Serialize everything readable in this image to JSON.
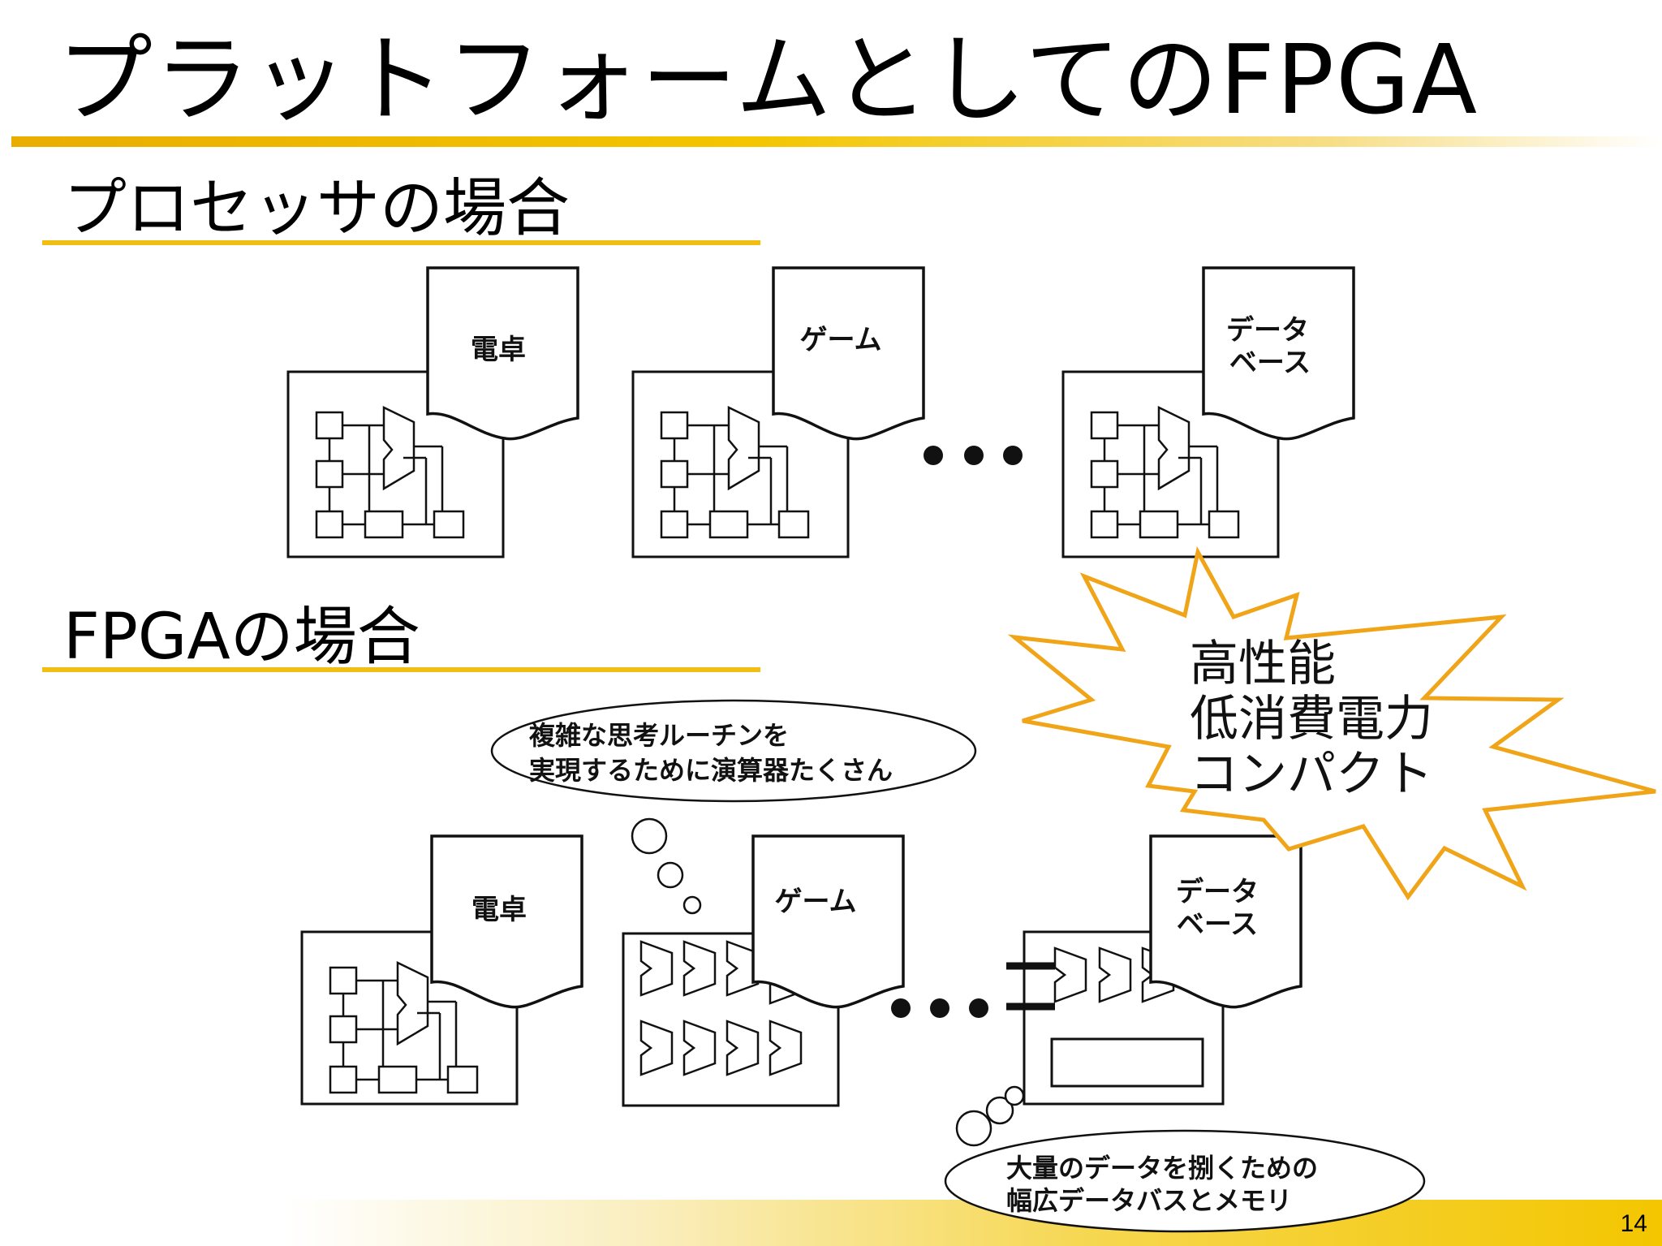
{
  "slide": {
    "title": "プラットフォームとしてのFPGA",
    "page_number": "14"
  },
  "sections": {
    "processor": "プロセッサの場合",
    "fpga": "FPGAの場合"
  },
  "processor_row": {
    "apps": [
      {
        "line1": "電卓",
        "line2": ""
      },
      {
        "line1": "ゲーム",
        "line2": ""
      },
      {
        "line1": "データ",
        "line2": "ベース"
      }
    ]
  },
  "fpga_row": {
    "apps": [
      {
        "line1": "電卓",
        "line2": ""
      },
      {
        "line1": "ゲーム",
        "line2": ""
      },
      {
        "line1": "データ",
        "line2": "ベース"
      }
    ]
  },
  "callouts": {
    "game_thought": {
      "line1": "複雑な思考ルーチンを",
      "line2": "実現するために演算器たくさん"
    },
    "database_thought": {
      "line1": "大量のデータを捌くための",
      "line2": "幅広データバスとメモリ"
    }
  },
  "burst": {
    "lines": [
      "高性能",
      "低消費電力",
      "コンパクト"
    ],
    "stroke_color": "#f0a418"
  },
  "colors": {
    "accent_yellow": "#f1bf14",
    "title_rule": "#e9ad00"
  }
}
